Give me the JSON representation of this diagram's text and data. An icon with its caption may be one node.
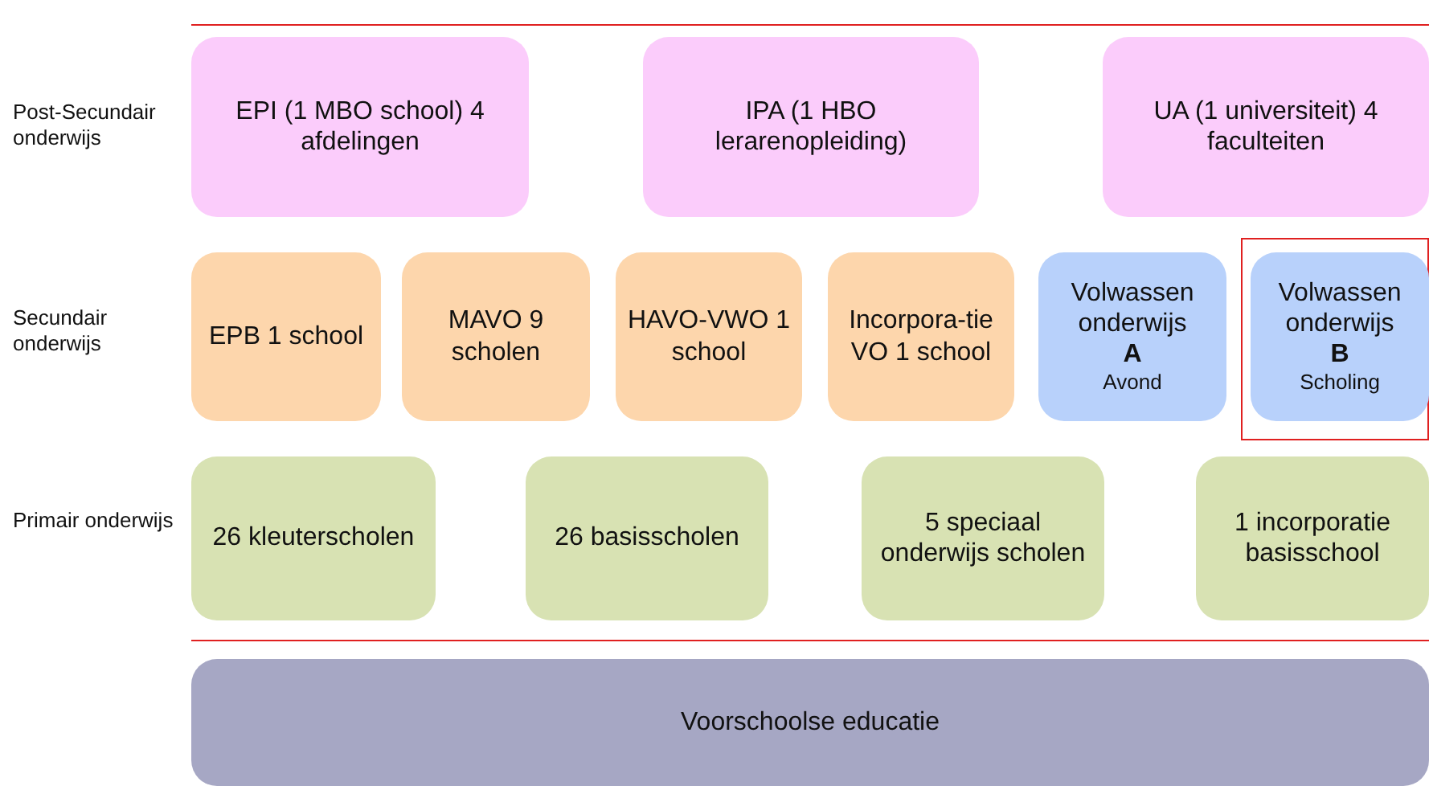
{
  "diagram": {
    "nodes": [
      {
        "text": [
          "EPI (1 MBO school) 4 afdelingen"
        ]
      },
      {
        "text": [
          "IPA (1 HBO lerarenopleiding)"
        ]
      },
      {
        "text": [
          "UA (1 universiteit) 4 faculteiten"
        ]
      },
      {
        "text": [
          "EPB 1 school"
        ]
      },
      {
        "text": [
          "MAVO 9 scholen"
        ]
      },
      {
        "text": [
          "HAVO-VWO 1 school"
        ]
      },
      {
        "text": [
          "Incorpora-tie VO 1 school"
        ]
      },
      {
        "text": [
          "Volwassen onderwijs",
          "A",
          "Avond"
        ]
      },
      {
        "text": [
          "Volwassen onderwijs",
          "B",
          "Scholing"
        ]
      },
      {
        "text": [
          "26 kleuterscholen"
        ]
      },
      {
        "text": [
          "26 basisscholen"
        ]
      },
      {
        "text": [
          "5 speciaal onderwijs scholen"
        ]
      },
      {
        "text": [
          "1 incorporatie basisschool"
        ]
      },
      {
        "text": [
          "Voorschoolse educatie"
        ]
      }
    ],
    "labels": [
      "Post-Secundair onderwijs",
      "Secundair onderwijs",
      "Primair onderwijs"
    ]
  }
}
